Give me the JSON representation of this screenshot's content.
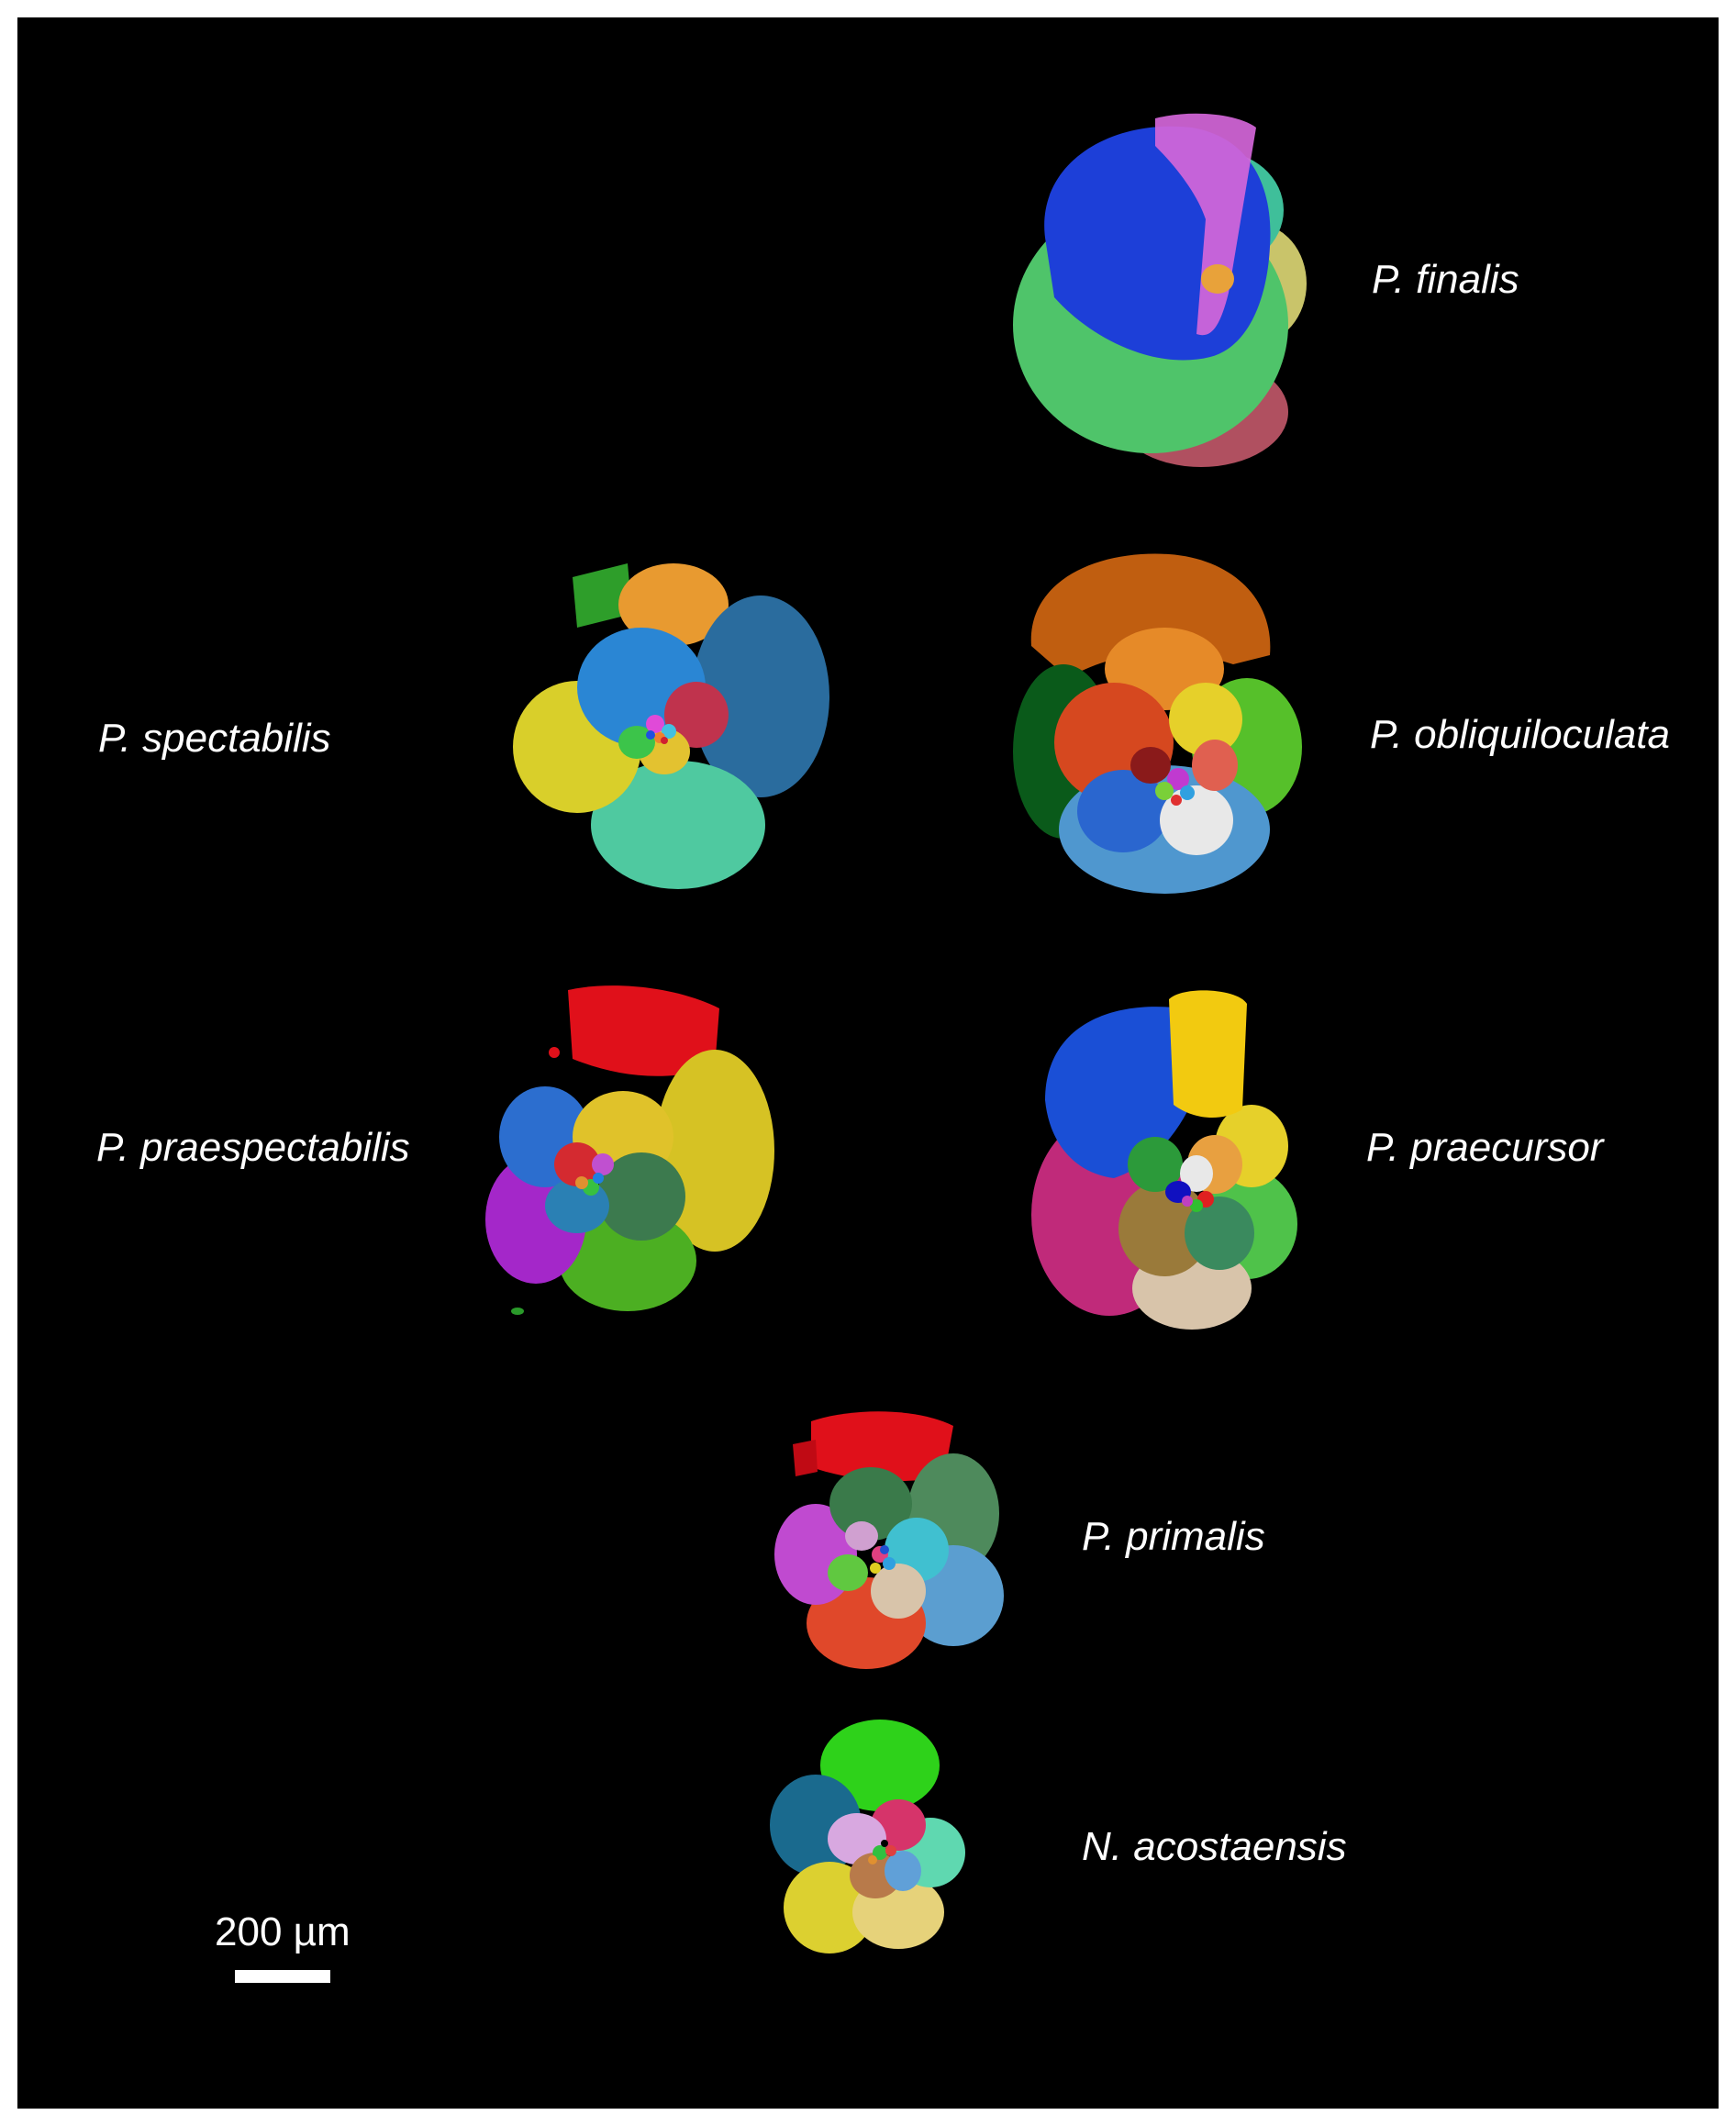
{
  "species": {
    "finalis": "P. finalis",
    "spectabilis": "P. spectabilis",
    "obliquiloculata": "P. obliquiloculata",
    "praespectabilis": "P. praespectabilis",
    "praecursor": "P. praecursor",
    "primalis": "P. primalis",
    "acostaensis": "N. acostaensis"
  },
  "scale_bar": {
    "label": "200 µm"
  },
  "colors": {
    "background": "#000000",
    "text": "#ffffff"
  }
}
